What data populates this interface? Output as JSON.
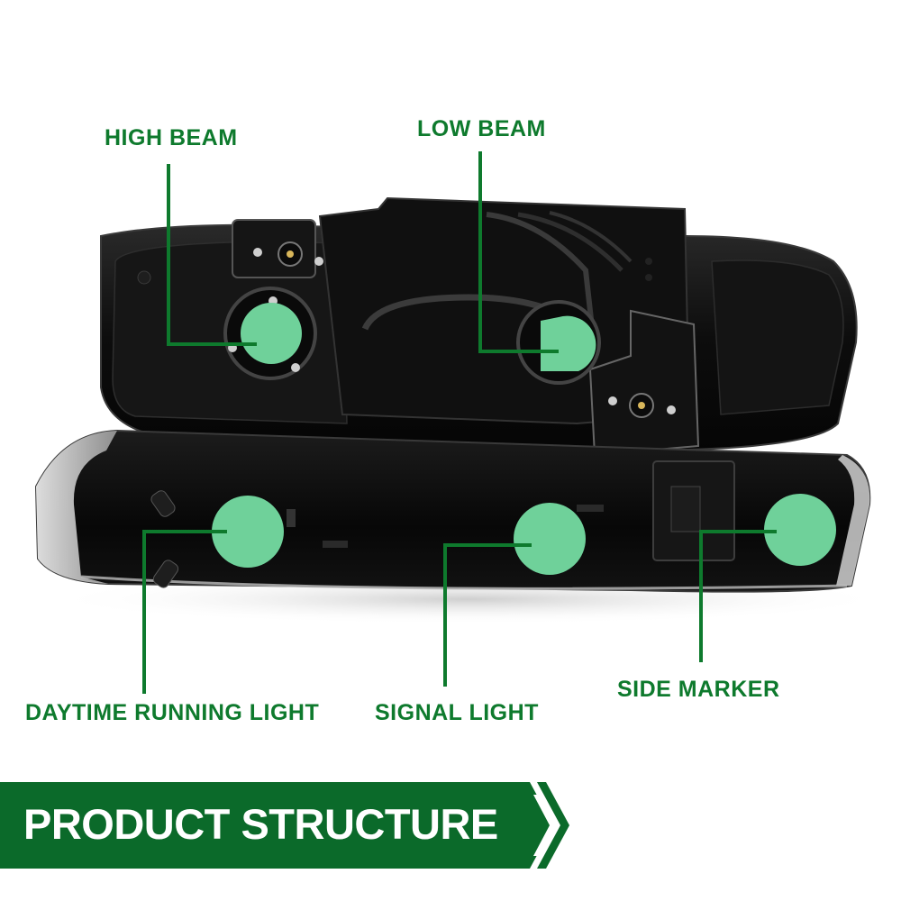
{
  "colors": {
    "label_green": "#0e7a2d",
    "cap_green": "#6fd19a",
    "banner_green": "#0b6a2a",
    "banner_text": "#ffffff",
    "housing_black": "#0a0a0a"
  },
  "labels": {
    "high_beam": "HIGH BEAM",
    "low_beam": "LOW BEAM",
    "daytime_running_light": "DAYTIME RUNNING LIGHT",
    "signal_light": "SIGNAL LIGHT",
    "side_marker": "SIDE MARKER"
  },
  "banner": {
    "title": "PRODUCT STRUCTURE"
  }
}
